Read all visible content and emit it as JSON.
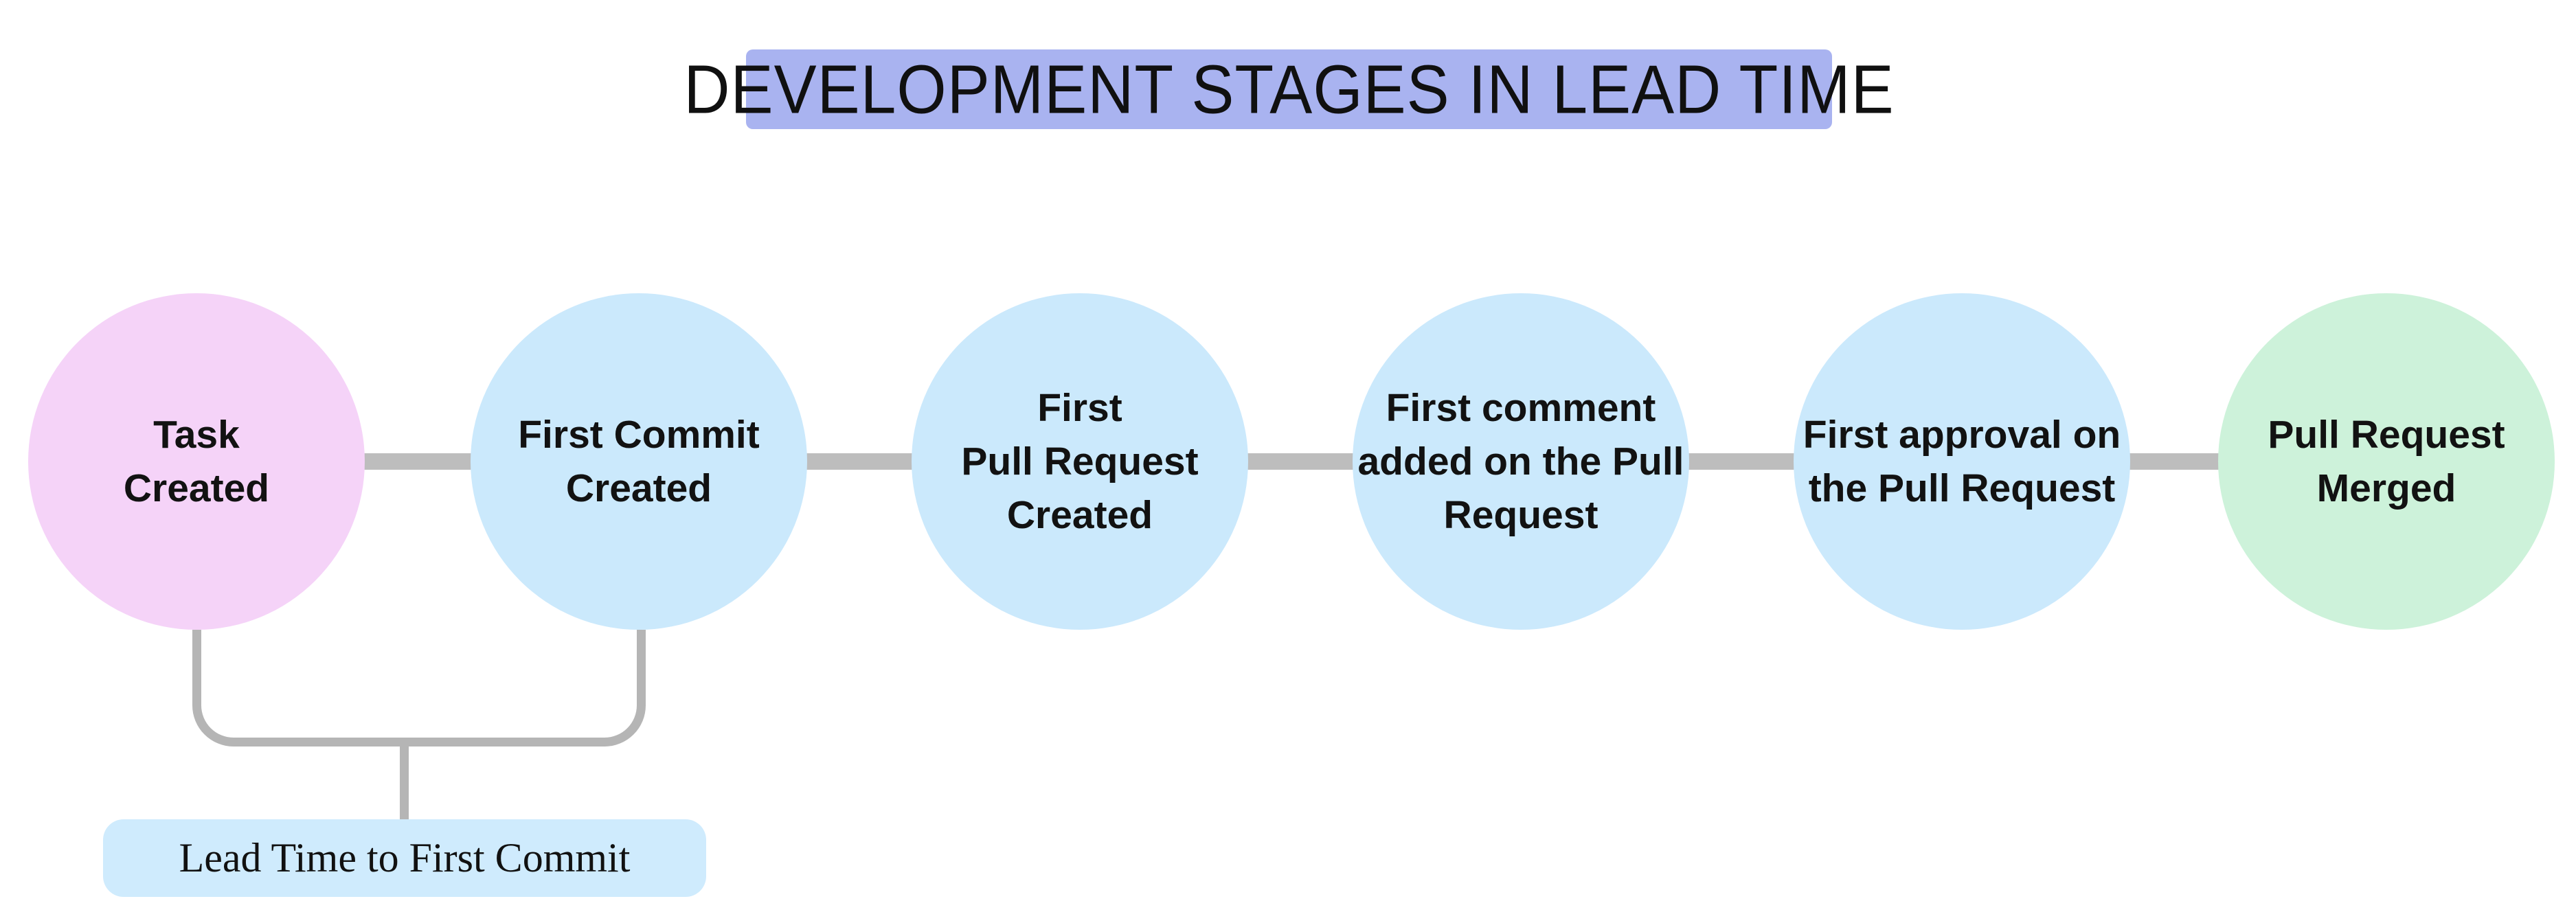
{
  "title": {
    "text": "DEVELOPMENT STAGES IN LEAD TIME",
    "bg": "#a9b3f0"
  },
  "diagram": {
    "type": "flow",
    "stages": [
      {
        "id": "task-created",
        "label": "Task Created",
        "lines": [
          "Task",
          "Created"
        ],
        "color": "#f5d3f8"
      },
      {
        "id": "first-commit-created",
        "label": "First Commit Created",
        "lines": [
          "First Commit",
          "Created"
        ],
        "color": "#cbe9fc"
      },
      {
        "id": "first-pull-request-created",
        "label": "First Pull Request Created",
        "lines": [
          "First",
          "Pull Request",
          "Created"
        ],
        "color": "#cbe9fc"
      },
      {
        "id": "first-comment-added",
        "label": "First comment added on the Pull Request",
        "lines": [
          "First comment",
          "added on the Pull",
          "Request"
        ],
        "color": "#cbe9fc"
      },
      {
        "id": "first-approval",
        "label": "First approval on the Pull Request",
        "lines": [
          "First approval on",
          "the Pull Request"
        ],
        "color": "#cbe9fc"
      },
      {
        "id": "pull-request-merged",
        "label": "Pull Request Merged",
        "lines": [
          "Pull Request",
          "Merged"
        ],
        "color": "#cdf2da"
      }
    ],
    "connector_color": "#bdbdbd",
    "bracket_color": "#b5b5b5"
  },
  "annotation": {
    "label": "Lead Time to First Commit",
    "bg": "#cfebfd",
    "spans": [
      "task-created",
      "first-commit-created"
    ]
  }
}
